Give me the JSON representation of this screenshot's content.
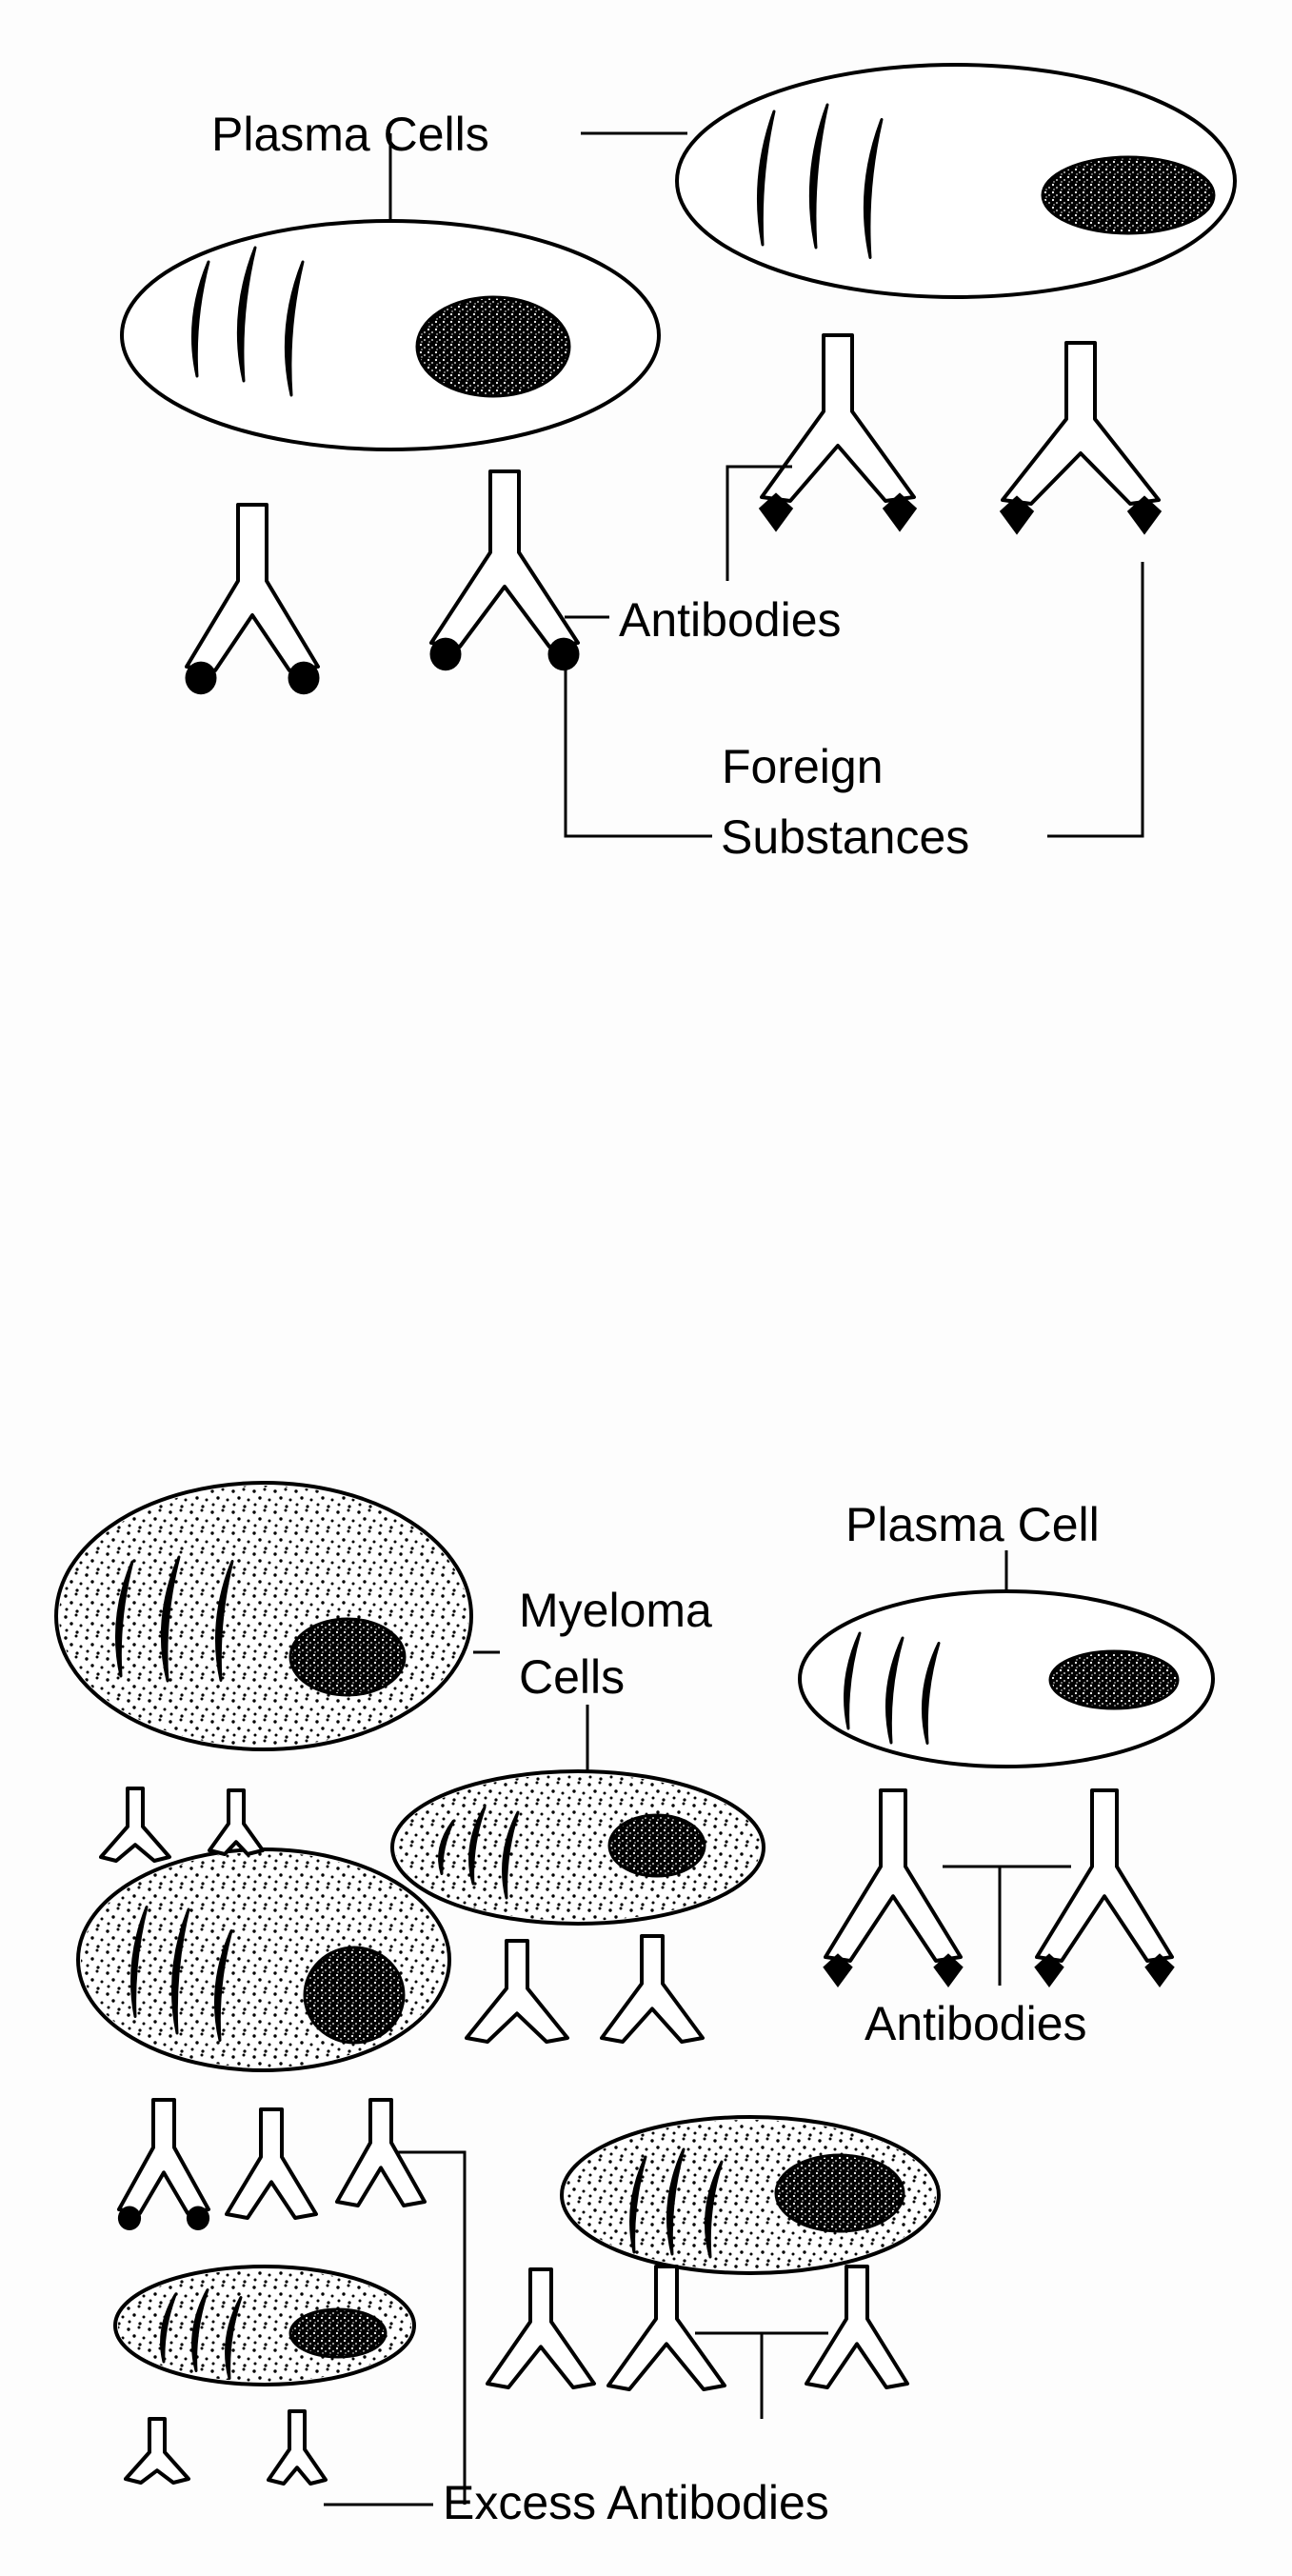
{
  "top_panel": {
    "label_plasma_cells": "Plasma Cells",
    "label_antibodies": "Antibodies",
    "label_foreign_line1": "Foreign",
    "label_foreign_line2": "Substances"
  },
  "bottom_panel": {
    "label_plasma_cell": "Plasma Cell",
    "label_myeloma_line1": "Myeloma",
    "label_myeloma_line2": "Cells",
    "label_antibodies": "Antibodies",
    "label_excess_antibodies": "Excess Antibodies"
  },
  "colors": {
    "ink": "#000000",
    "paper": "#fdfdfd"
  }
}
